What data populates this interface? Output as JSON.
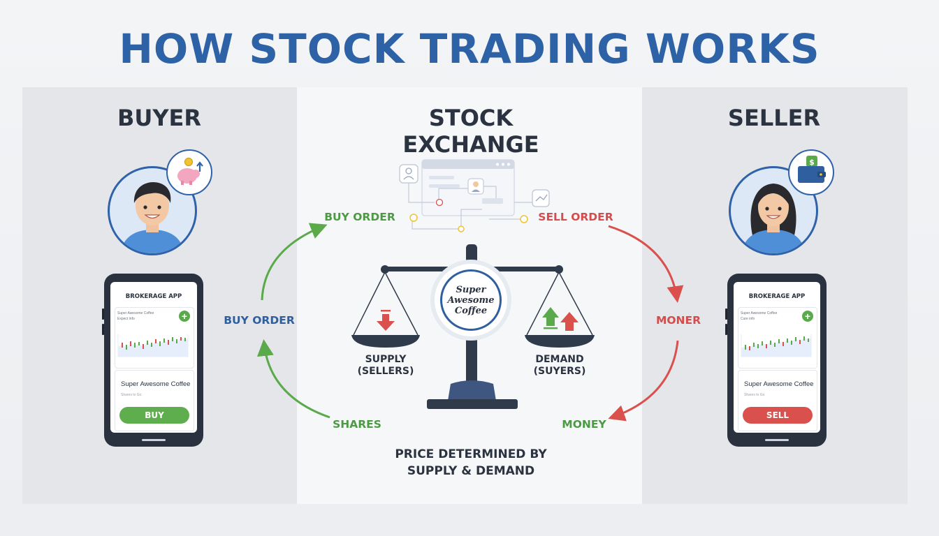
{
  "title": "HOW STOCK TRADING WORKS",
  "buyer": {
    "heading": "BUYER",
    "app_title": "BROKERAGE APP",
    "chart_caption": "Super Awesome Coffee",
    "chart_sub": "Expect info",
    "stock_name": "Super Awesome Coffee",
    "stock_sub": "Shares to Go",
    "button_label": "BUY"
  },
  "seller": {
    "heading": "SELLER",
    "app_title": "BROKERAGE APP",
    "chart_caption": "Super Awesome Coffee",
    "chart_sub": "Cure info",
    "stock_name": "Super Awesome Coffee",
    "stock_sub": "Shares to Go",
    "button_label": "SELL"
  },
  "exchange": {
    "heading": "STOCK EXCHANGE",
    "logo_line1": "Super",
    "logo_line2": "Awesome",
    "logo_line3": "Coffee",
    "supply_line1": "SUPPLY",
    "supply_line2": "(SELLERS)",
    "demand_line1": "DEMAND",
    "demand_line2": "(SUYERS)",
    "price_line1": "PRICE DETERMINED BY",
    "price_line2": "SUPPLY & DEMAND"
  },
  "flows": {
    "buy_order_left": "BUY ORDER",
    "buy_order_top": "BUY ORDER",
    "shares": "SHARES",
    "sell_order": "SELL ORDER",
    "moner": "MONER",
    "money": "MONEY"
  },
  "colors": {
    "title_blue": "#2e62a6",
    "buy_green": "#5fae4e",
    "sell_red": "#d9504c",
    "navy": "#2f5f9e"
  },
  "icons": [
    "piggy-bank-icon",
    "wallet-icon",
    "arrow-down-icon",
    "arrow-up-icon",
    "plus-icon",
    "network-icon"
  ]
}
